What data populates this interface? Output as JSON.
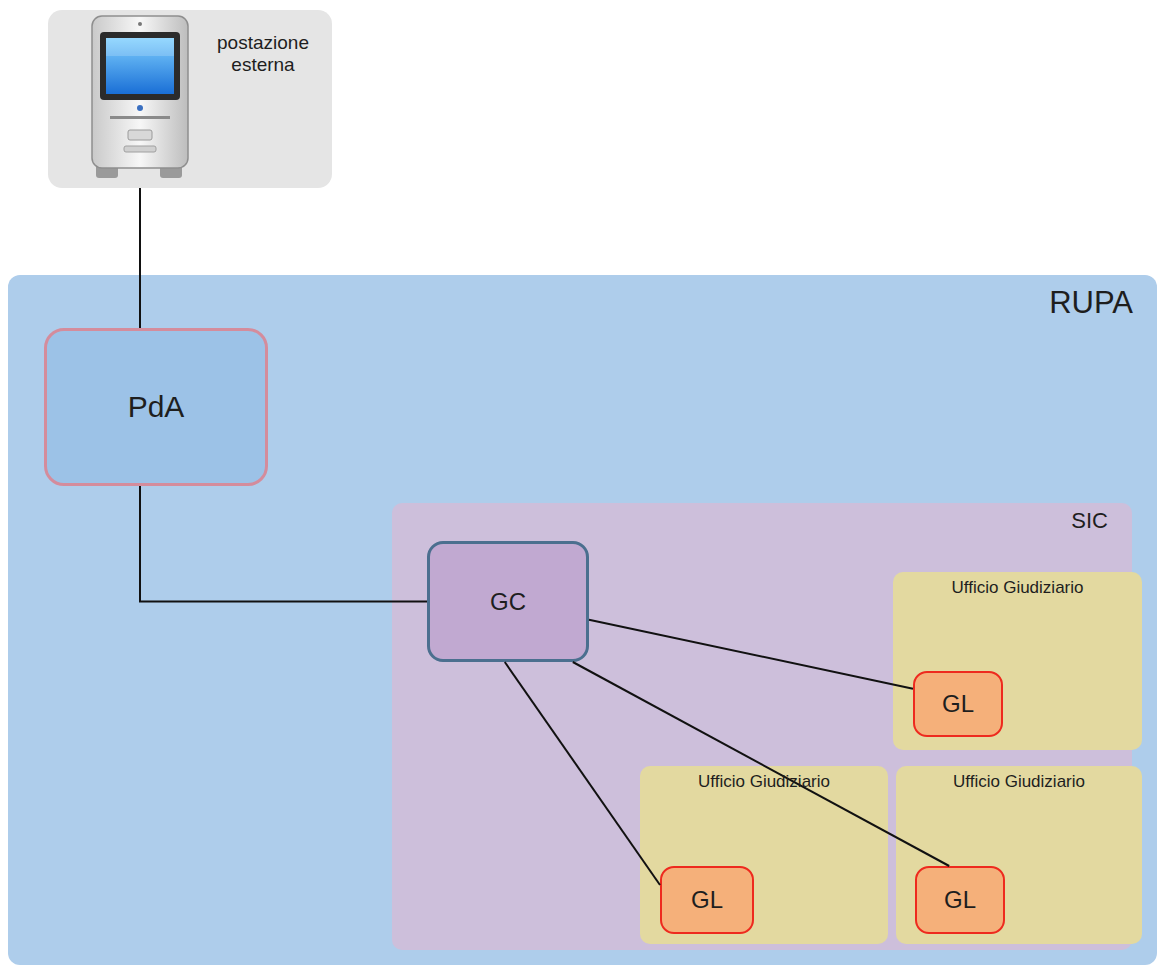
{
  "diagram": {
    "nodes": [
      {
        "text": [
          "postazione esterna"
        ]
      },
      {
        "text": [
          "RUPA"
        ]
      },
      {
        "text": [
          "PdA"
        ],
        "in": 1
      },
      {
        "text": [
          "SIC"
        ],
        "in": 1
      },
      {
        "text": [
          "GC"
        ],
        "in": 3
      },
      {
        "text": [
          "Ufficio Giudiziario"
        ],
        "in": 3
      },
      {
        "text": [
          "GL"
        ],
        "in": 5
      },
      {
        "text": [
          "Ufficio Giudiziario"
        ],
        "in": 3
      },
      {
        "text": [
          "GL"
        ],
        "in": 7
      },
      {
        "text": [
          "Ufficio Giudiziario"
        ],
        "in": 3
      },
      {
        "text": [
          "GL"
        ],
        "in": 9
      }
    ],
    "edges": [
      {
        "from": 0,
        "to": 2,
        "arrow": "none"
      },
      {
        "from": 2,
        "to": 4,
        "arrow": "none"
      },
      {
        "from": 4,
        "to": 6,
        "arrow": "none"
      },
      {
        "from": 4,
        "to": 8,
        "arrow": "none"
      },
      {
        "from": 4,
        "to": 10,
        "arrow": "none"
      }
    ]
  }
}
